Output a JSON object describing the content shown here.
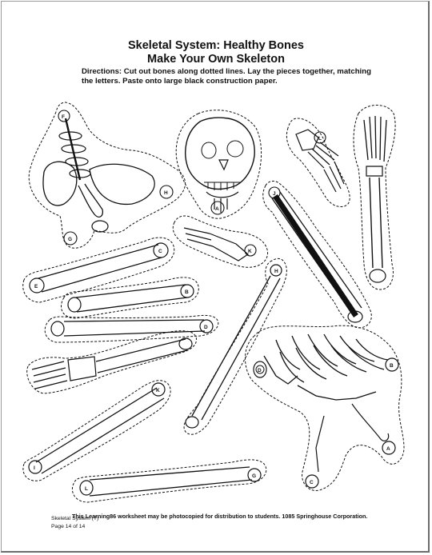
{
  "document": {
    "title": "Skeletal System: Healthy Bones",
    "subtitle": "Make Your Own Skeleton",
    "directions_line1": "Directions: Cut out bones along dotted lines.  Lay the pieces together, matching",
    "directions_line2": "the letters.  Paste onto large black construction paper.",
    "footer_notice": "This Learning86 worksheet may be photocopied for distribution to students.  1085 Springhouse Corporation.",
    "footer_doc_name": "Skeletal System (T)",
    "footer_page": "Page 14 of 14"
  },
  "bone_labels": {
    "spine_top": "F",
    "pelvis_right": "H",
    "pelvis_left": "G",
    "jaw": "A",
    "hand_top": "L",
    "arm_upper": "J",
    "foot_tip": "K",
    "bone_c": "C",
    "bone_e": "E",
    "bone_b": "B",
    "bone_d": "D",
    "bone_h": "H",
    "bone_i": "I",
    "bone_k": "K",
    "bone_l": "L",
    "bone_j": "J",
    "bone_g": "G",
    "bone_f": "F",
    "ribs_b": "B",
    "ribs_a": "A",
    "ribs_c": "C",
    "ribs_d": "D"
  }
}
